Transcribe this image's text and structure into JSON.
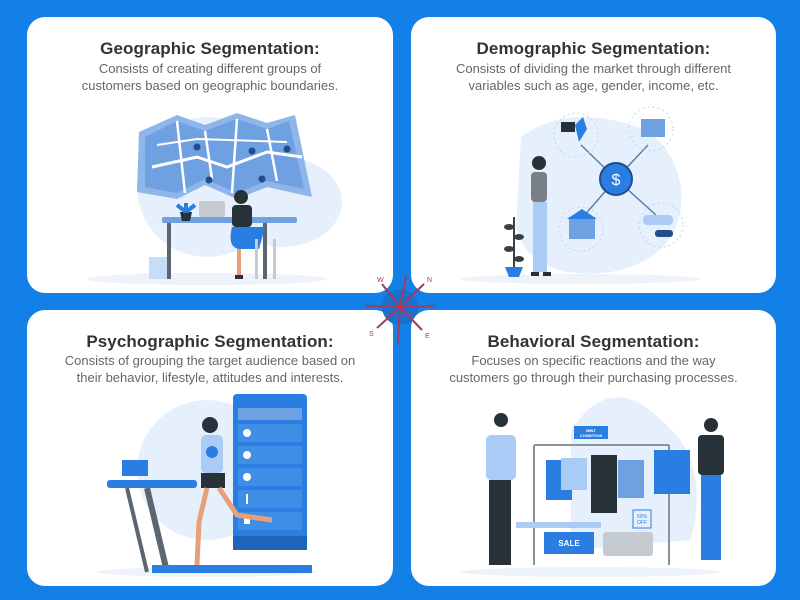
{
  "colors": {
    "background": "#1380e8",
    "card": "#ffffff",
    "title": "#333333",
    "description": "#666666",
    "accent_blue": "#2a7de1",
    "light_blue": "#a9cbf5",
    "pale_blue": "#e6f0fc",
    "dark": "#263238"
  },
  "cards": [
    {
      "id": "geographic",
      "title": "Geographic Segmentation:",
      "description_lines": [
        "Consists of creating different groups of",
        "customers based on geographic boundaries."
      ],
      "illustration": "woman-at-desk-with-map-illustration"
    },
    {
      "id": "demographic",
      "title": "Demographic Segmentation:",
      "description_lines": [
        "Consists of dividing the market through different",
        "variables such as age, gender, income, etc."
      ],
      "illustration": "woman-with-dollar-network-illustration",
      "center_symbol": "$"
    },
    {
      "id": "psychographic",
      "title": "Psychographic Segmentation:",
      "description_lines": [
        "Consists of grouping the target audience based on",
        "their behavior, lifestyle, attitudes and interests."
      ],
      "illustration": "man-on-treadmill-with-phone-app-illustration"
    },
    {
      "id": "behavioral",
      "title": "Behavioral Segmentation:",
      "description_lines": [
        "Focuses on specific reactions and the way",
        "customers go through their purchasing processes."
      ],
      "illustration": "clothing-store-shoppers-illustration",
      "labels": {
        "rack_sign_line1": "MINT",
        "rack_sign_line2": "CONDITION",
        "sale_sign": "SALE",
        "discount_line1": "50%",
        "discount_line2": "OFF"
      }
    }
  ],
  "compass": {
    "letters": [
      "N",
      "E",
      "S",
      "W"
    ]
  }
}
